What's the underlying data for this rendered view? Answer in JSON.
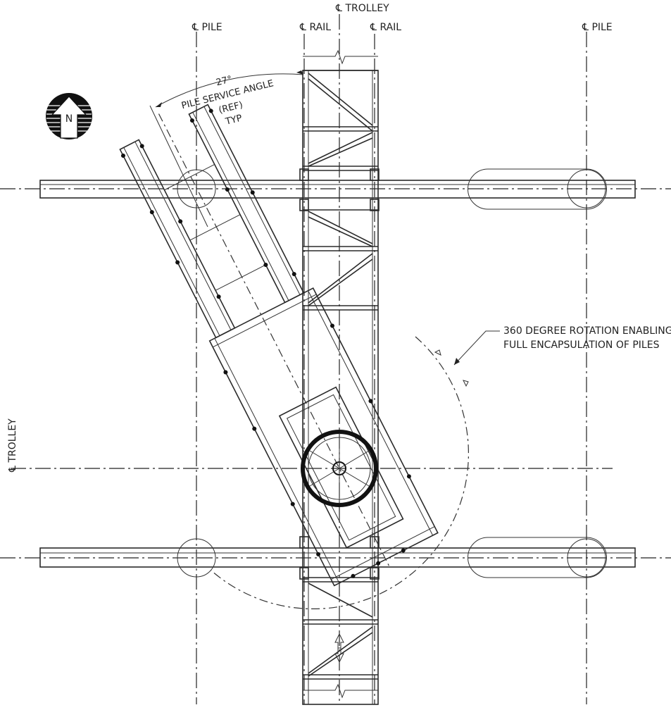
{
  "labels": {
    "trolley_top": "℄ TROLLEY",
    "pile_left": "℄ PILE",
    "rail_left": "℄ RAIL",
    "rail_right": "℄ RAIL",
    "pile_right": "℄ PILE",
    "angle_value": "27°",
    "angle_line1": "PILE SERVICE ANGLE",
    "angle_line2": "(REF)",
    "angle_line3": "TYP",
    "rotation_line1": "360 DEGREE ROTATION ENABLING",
    "rotation_line2": "FULL ENCAPSULATION OF PILES",
    "trolley_side": "℄ TROLLEY",
    "north": "N"
  },
  "icons": {
    "north_arrow": "north-arrow-icon"
  },
  "colors": {
    "line": "#2a2a2a",
    "background": "#ffffff"
  }
}
